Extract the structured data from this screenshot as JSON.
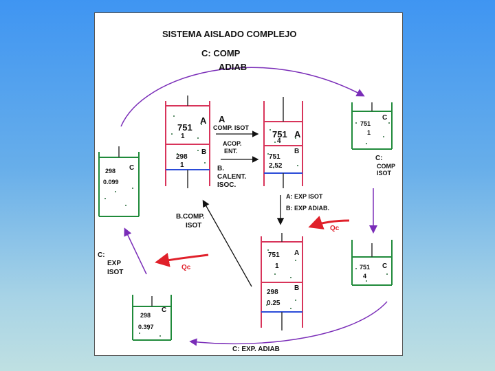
{
  "title": "SISTEMA AISLADO COMPLEJO",
  "top_arrow": {
    "line1": "C: COMP",
    "line2": "ADIAB"
  },
  "central_top": {
    "left": {
      "A_label": "A",
      "A_temp": "751",
      "A_vol": "1",
      "B_label": "B",
      "B_temp": "298",
      "B_vol": "1"
    },
    "right": {
      "A_label": "A",
      "A_temp": "751",
      "A_vol": "4",
      "B_label": "B",
      "B_temp": "751",
      "B_vol": "2.52"
    },
    "proc_top": {
      "line1": "A",
      "line2": "COMP. ISOT"
    },
    "proc_mid": {
      "line1": "ACOP.",
      "line2": "ENT."
    },
    "proc_bot": {
      "line1": "B.",
      "line2": "CALENT.",
      "line3": "ISOC."
    }
  },
  "central_bottom": {
    "A_label": "A",
    "A_temp": "751",
    "A_vol": "1",
    "B_label": "B",
    "B_temp": "298",
    "B_vol": "0.25"
  },
  "down_label": {
    "line1": "A: EXP ISOT",
    "line2": "B: EXP ADIAB."
  },
  "b_comp": {
    "line1": "B.COMP.",
    "line2": "ISOT"
  },
  "cyl_top_right": {
    "label": "C",
    "temp": "751",
    "vol": "1"
  },
  "right_arrow_label": {
    "line1": "C:",
    "line2": "COMP",
    "line3": "ISOT"
  },
  "cyl_bottom_right": {
    "label": "C",
    "temp": "751",
    "vol": "4"
  },
  "cyl_left": {
    "label": "C",
    "temp": "298",
    "vol": "0.099"
  },
  "cyl_bottom_left": {
    "label": "C",
    "temp": "298",
    "vol": "0.397"
  },
  "left_arrow_label": {
    "line1": "C:",
    "line2": "EXP",
    "line3": "ISOT"
  },
  "heat_right": "Qc",
  "heat_left": "Qc",
  "bottom_arrow": "C: EXP. ADIAB",
  "colors": {
    "purple": "#7a2db8",
    "red": "#e0202a",
    "green": "#1f8a3a",
    "pink": "#d8345a",
    "blue": "#2a4bd8"
  }
}
